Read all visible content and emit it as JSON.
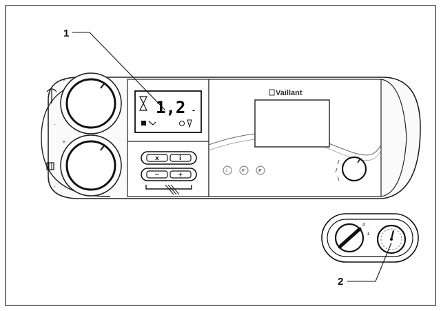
{
  "callouts": [
    {
      "id": "1",
      "label": "1"
    },
    {
      "id": "2",
      "label": "2"
    }
  ],
  "brand": {
    "name": "Vaillant"
  },
  "display": {
    "value": "1,2",
    "suffix": "-"
  },
  "buttons": {
    "x_label": "x",
    "info_label": "i",
    "minus_label": "−",
    "plus_label": "+"
  },
  "indicators": [
    "i",
    "F",
    "P"
  ],
  "main_switch": {
    "on_label": "1",
    "off_label": "0"
  },
  "pressure_gauge": {
    "value_fraction": 0.55
  },
  "colors": {
    "stroke": "#222222",
    "background": "#ffffff"
  }
}
